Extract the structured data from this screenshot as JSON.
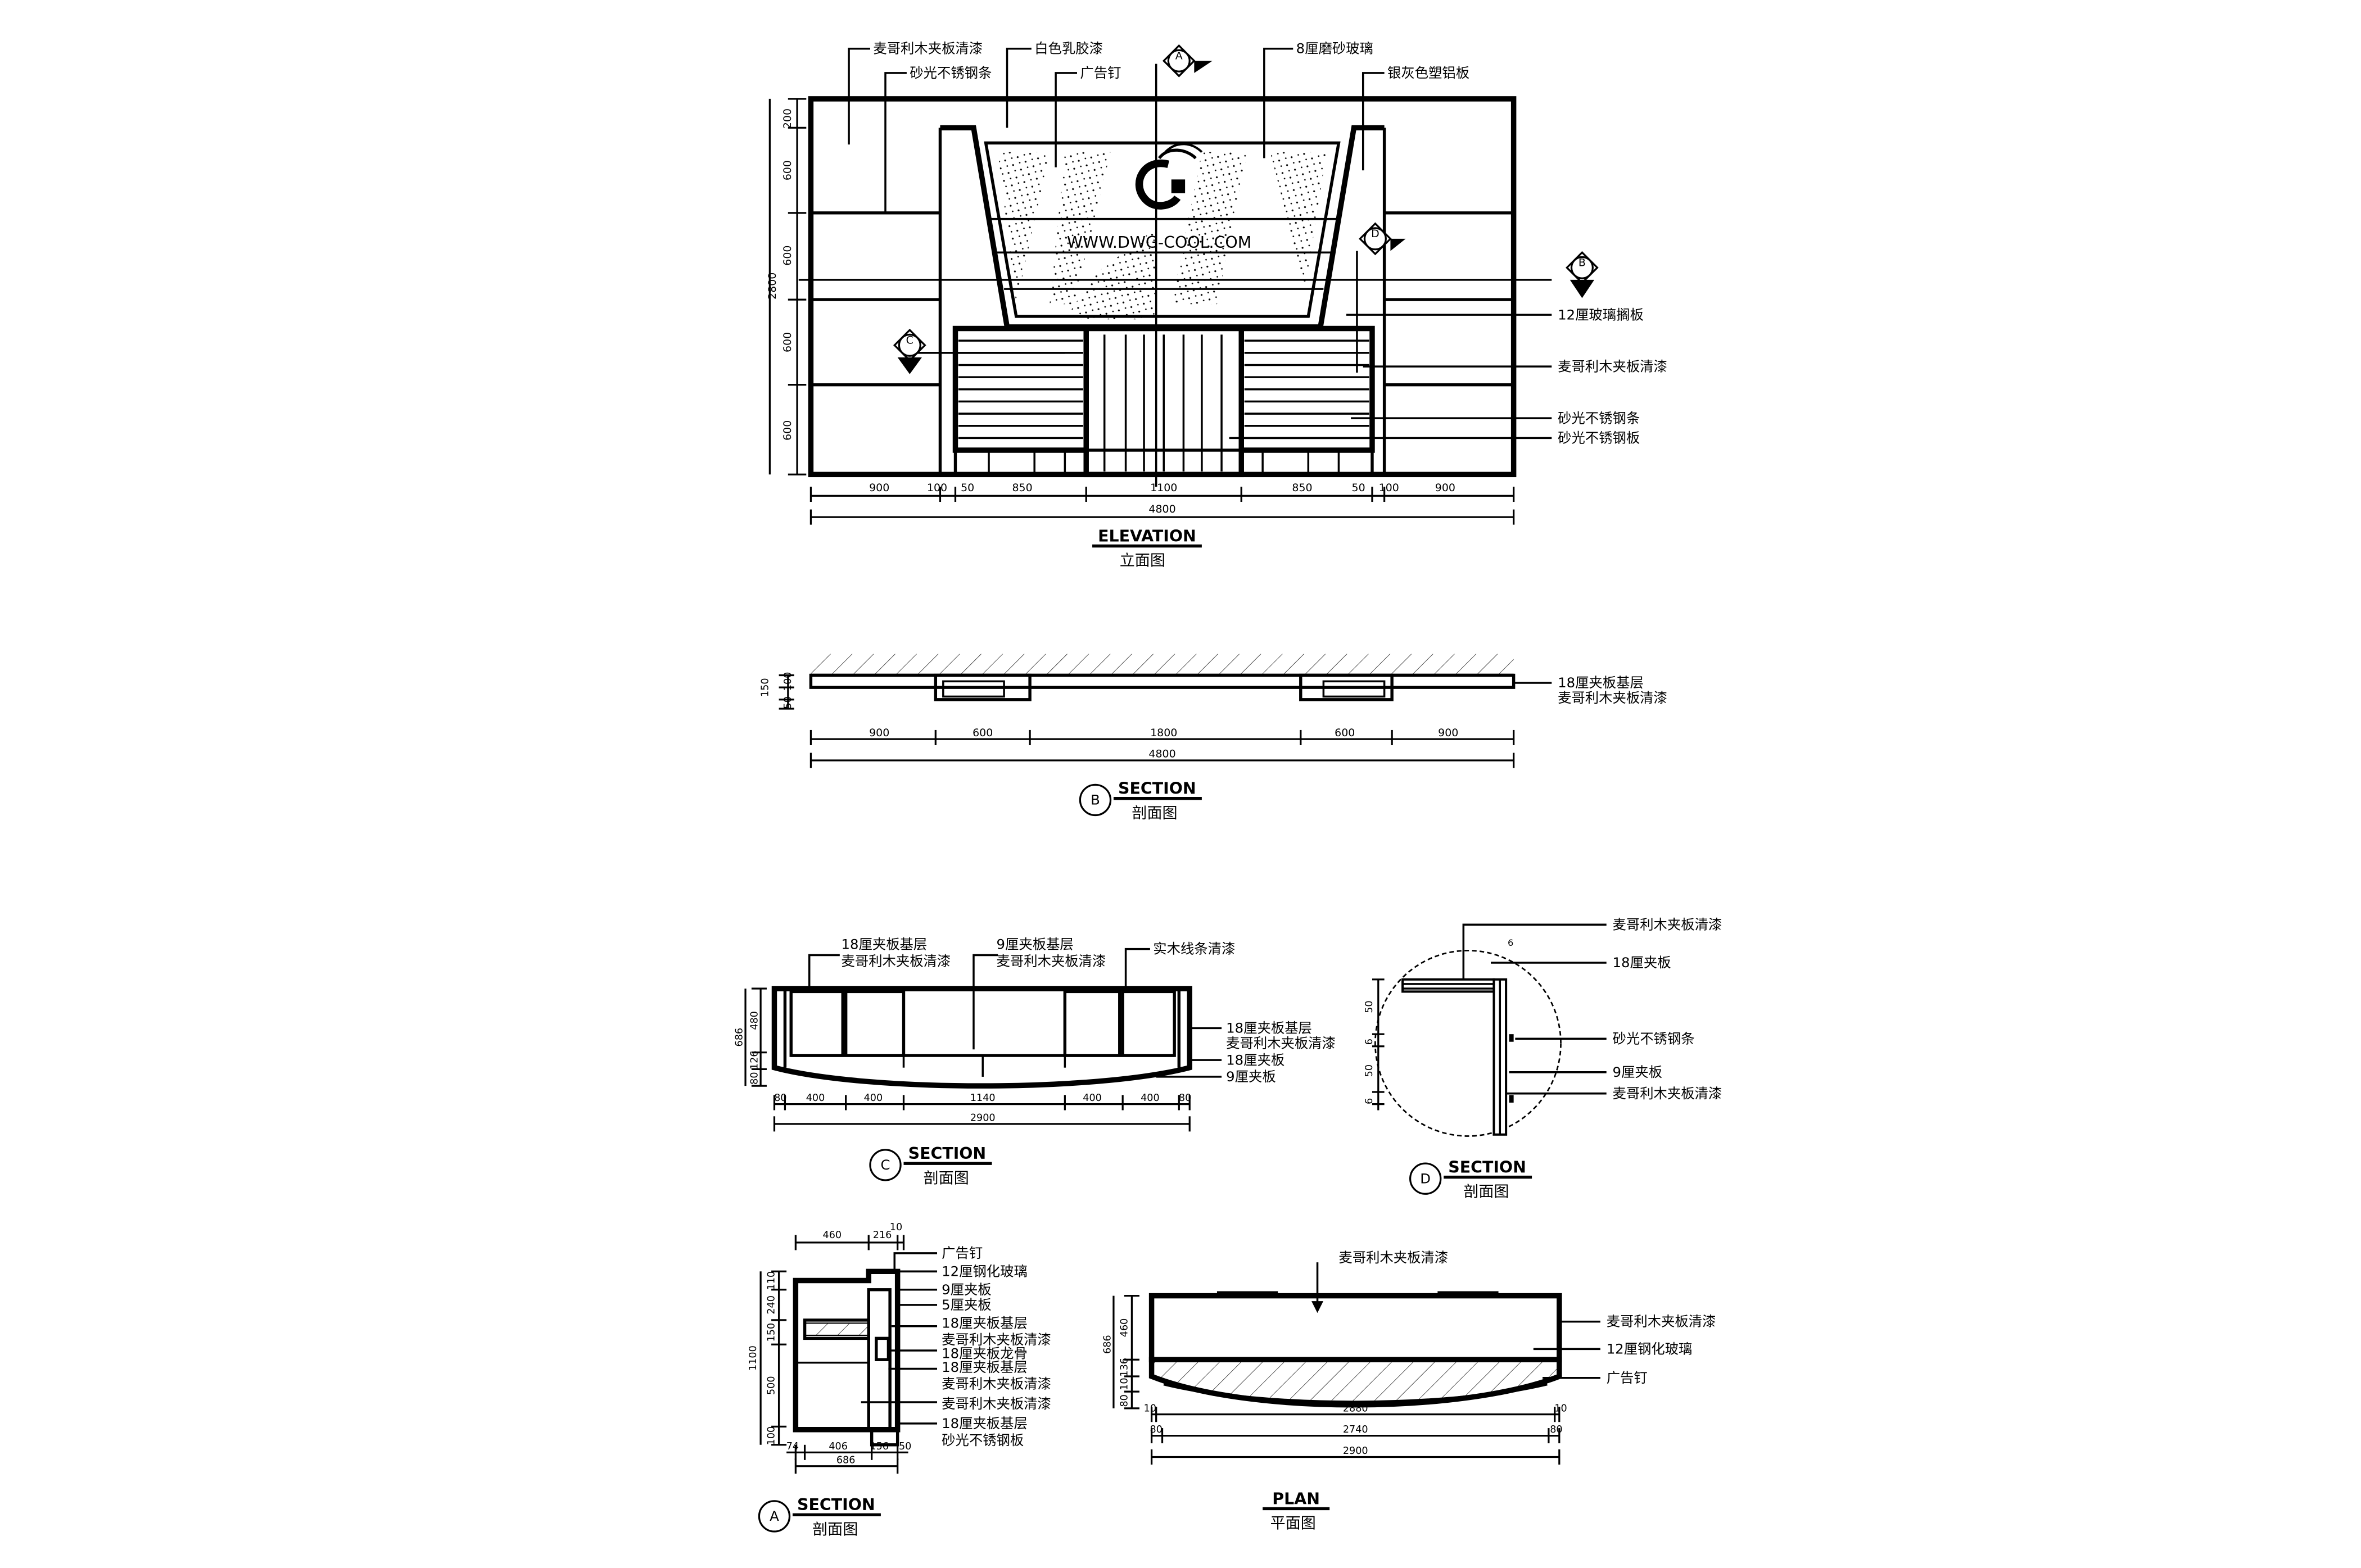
{
  "watermark": {
    "text": "WWW.DWG-COOL.COM"
  },
  "elevation": {
    "title": "ELEVATION",
    "subtitle": "立面图",
    "labels": {
      "maple_veneer": "麦哥利木夹板清漆",
      "white_latex": "白色乳胶漆",
      "satin_steel_strip": "砂光不锈钢条",
      "ad_nail": "广告钉",
      "frosted_glass": "8厘磨砂玻璃",
      "silver_panel": "银灰色塑铝板",
      "glass_shelf": "12厘玻璃搁板",
      "maple_veneer_r": "麦哥利木夹板清漆",
      "steel_strip_r": "砂光不锈钢条",
      "steel_plate_r": "砂光不锈钢板"
    },
    "markers": {
      "a": "A",
      "b": "B",
      "c": "C",
      "d": "D"
    },
    "vdims": {
      "d200": "200",
      "d600a": "600",
      "d600b": "600",
      "d600c": "600",
      "d600d": "600",
      "total": "2800"
    },
    "hdims": {
      "d900a": "900",
      "d100a": "100",
      "d50a": "50",
      "d850a": "850",
      "d1100": "1100",
      "d850b": "850",
      "d50b": "50",
      "d100b": "100",
      "d900b": "900",
      "total": "4800"
    }
  },
  "section_b": {
    "marker": "B",
    "title": "SECTION",
    "subtitle": "剖面图",
    "labels": {
      "l1": "18厘夹板基层",
      "l2": "麦哥利木夹板清漆"
    },
    "vdims": {
      "d150": "150",
      "d50": "50",
      "d100": "100"
    },
    "hdims": {
      "d900a": "900",
      "d600a": "600",
      "d1800": "1800",
      "d600b": "600",
      "d900b": "900",
      "total": "4800"
    }
  },
  "section_c": {
    "marker": "C",
    "title": "SECTION",
    "subtitle": "剖面图",
    "labels": {
      "t1a": "18厘夹板基层",
      "t1b": "麦哥利木夹板清漆",
      "t2a": "9厘夹板基层",
      "t2b": "麦哥利木夹板清漆",
      "t3": "实木线条清漆",
      "r1a": "18厘夹板基层",
      "r1b": "麦哥利木夹板清漆",
      "r2": "18厘夹板",
      "r3": "9厘夹板"
    },
    "vdims": {
      "d686": "686",
      "d480": "480",
      "d126": "126",
      "d80": "80"
    },
    "hdims": {
      "d80a": "80",
      "d400a": "400",
      "d400b": "400",
      "d1140": "1140",
      "d400c": "400",
      "d400d": "400",
      "d80b": "80",
      "total": "2900"
    }
  },
  "section_d": {
    "marker": "D",
    "title": "SECTION",
    "subtitle": "剖面图",
    "labels": {
      "l1": "麦哥利木夹板清漆",
      "l2": "18厘夹板",
      "l3": "砂光不锈钢条",
      "l4": "9厘夹板",
      "l5": "麦哥利木夹板清漆"
    },
    "dims": {
      "d6a": "6",
      "d50a": "50",
      "d6b": "6",
      "d50b": "50",
      "d6c": "6"
    }
  },
  "section_a": {
    "marker": "A",
    "title": "SECTION",
    "subtitle": "剖面图",
    "labels": {
      "l1": "广告钉",
      "l2": "12厘钢化玻璃",
      "l3": "9厘夹板",
      "l4": "5厘夹板",
      "l5": "18厘夹板基层",
      "l6": "麦哥利木夹板清漆",
      "l7": "18厘夹板龙骨",
      "l8": "18厘夹板基层",
      "l9": "麦哥利木夹板清漆",
      "l10": "麦哥利木夹板清漆",
      "l11": "18厘夹板基层",
      "l12": "砂光不锈钢板"
    },
    "top_dims": {
      "d460": "460",
      "d216": "216",
      "d10": "10"
    },
    "vdims": {
      "d110": "110",
      "d240": "240",
      "d150": "150",
      "d500": "500",
      "d100": "100",
      "total": "1100"
    },
    "hdims": {
      "d74": "74",
      "d406": "406",
      "d156": "156",
      "d50": "50",
      "total": "686"
    }
  },
  "plan": {
    "title": "PLAN",
    "subtitle": "平面图",
    "labels": {
      "l1": "麦哥利木夹板清漆",
      "l2": "麦哥利木夹板清漆",
      "l3": "12厘钢化玻璃",
      "l4": "广告钉"
    },
    "vdims": {
      "d686": "686",
      "d460": "460",
      "d136": "136",
      "d10": "10",
      "d80": "80"
    },
    "hdims": {
      "d10a": "10",
      "d2880": "2880",
      "d10b": "10",
      "d80a": "80",
      "d2740": "2740",
      "d80b": "80",
      "total": "2900"
    }
  }
}
